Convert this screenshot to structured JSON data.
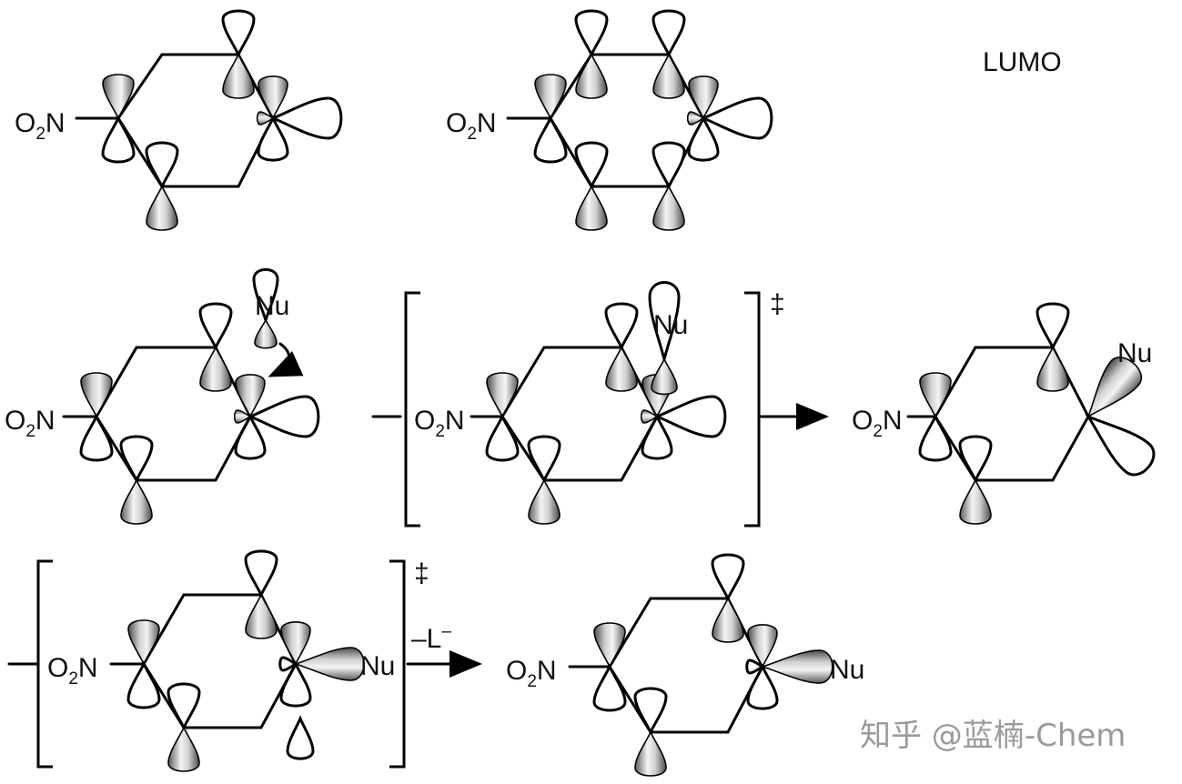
{
  "labels": {
    "lumo": "LUMO",
    "o2n_o": "O",
    "o2n_sub": "2",
    "o2n_n": "N",
    "nu": "Nu",
    "l": "L",
    "dagger": "‡",
    "minus_l": "–L",
    "minus_sup": "–"
  },
  "watermark": "知乎 @蓝楠-Chem",
  "colors": {
    "shaded_lobe_light": "#f2f2f2",
    "shaded_lobe_dark": "#555555",
    "line": "#000000",
    "watermark": "#9a9a9a"
  }
}
